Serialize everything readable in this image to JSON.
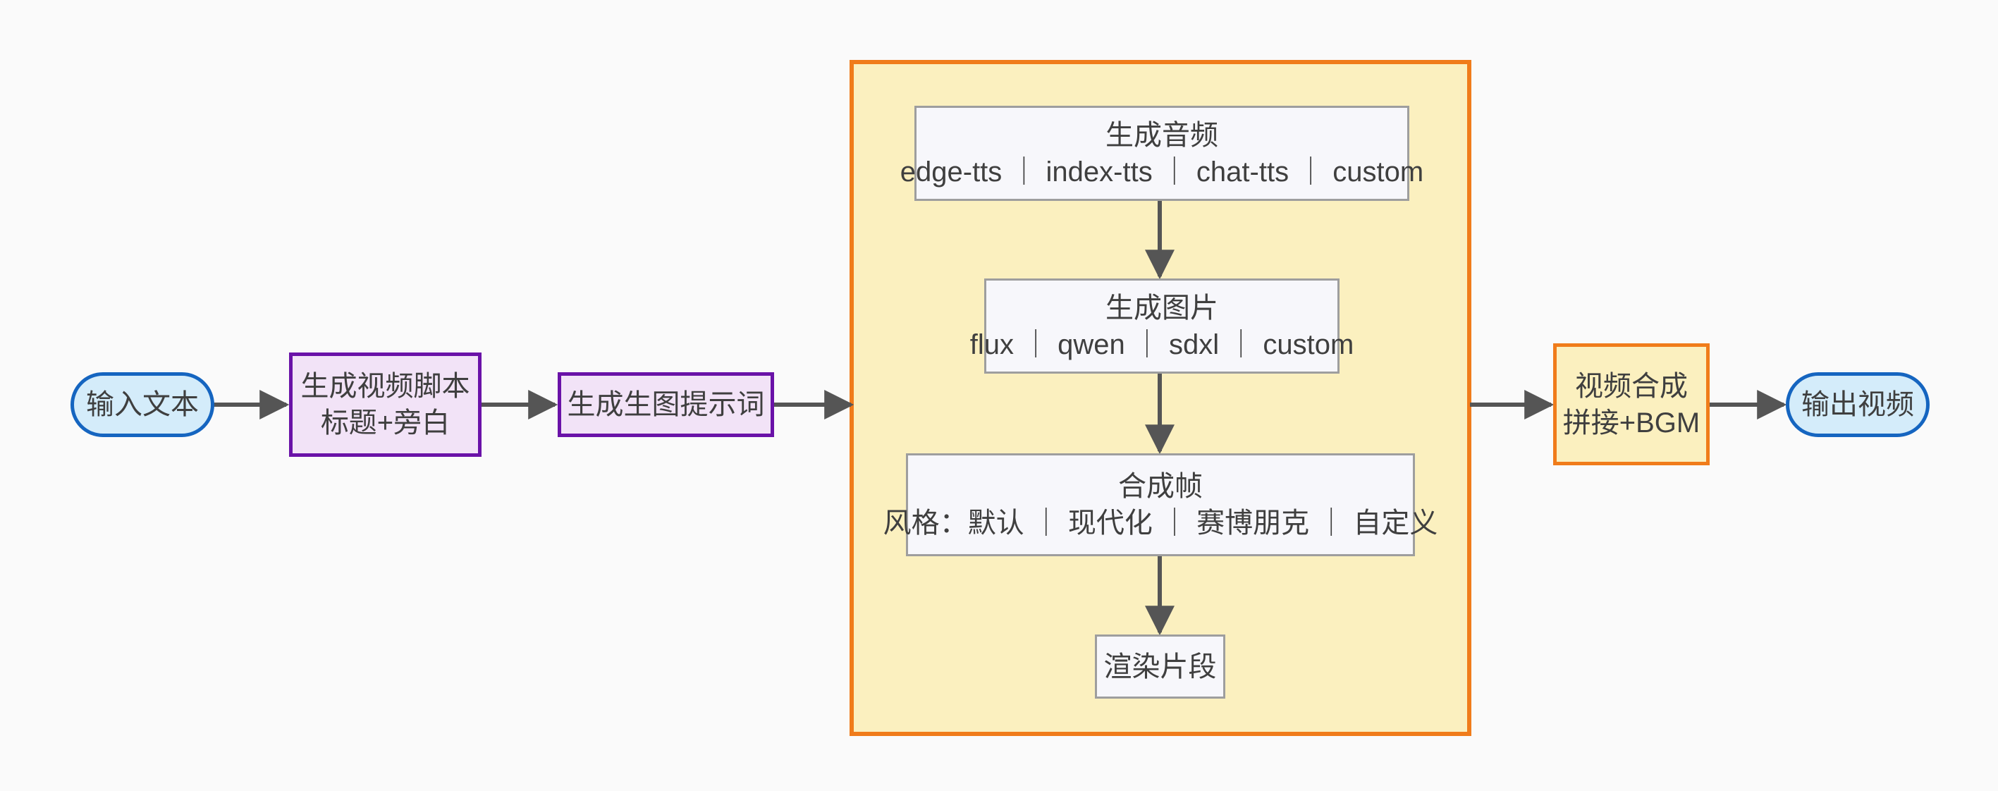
{
  "diagram": {
    "type": "flowchart",
    "direction": "left-to-right",
    "background_color": "#fafafa",
    "nodes": {
      "input_text": {
        "label": "输入文本",
        "shape": "stadium",
        "border_color": "#1565c0",
        "fill_color": "#d4ecfa"
      },
      "script": {
        "line1": "生成视频脚本",
        "line2": "标题+旁白",
        "shape": "rect",
        "border_color": "#6a12a8",
        "fill_color": "#f2e3f7"
      },
      "prompt": {
        "label": "生成生图提示词",
        "shape": "rect",
        "border_color": "#6a12a8",
        "fill_color": "#f2e3f7"
      },
      "audio": {
        "line1": "生成音频",
        "line2": "edge-tts ｜ index-tts ｜ chat-tts ｜ custom",
        "shape": "rect",
        "border_color": "#9e9e9e",
        "fill_color": "#f7f7fb"
      },
      "image": {
        "line1": "生成图片",
        "line2": "flux ｜ qwen ｜ sdxl ｜ custom",
        "shape": "rect",
        "border_color": "#9e9e9e",
        "fill_color": "#f7f7fb"
      },
      "frame": {
        "line1": "合成帧",
        "line2": "风格：默认 ｜ 现代化 ｜ 赛博朋克 ｜ 自定义",
        "shape": "rect",
        "border_color": "#9e9e9e",
        "fill_color": "#f7f7fb"
      },
      "render": {
        "label": "渲染片段",
        "shape": "rect",
        "border_color": "#9e9e9e",
        "fill_color": "#f7f7fb"
      },
      "compose": {
        "line1": "视频合成",
        "line2": "拼接+BGM",
        "shape": "rect",
        "border_color": "#f07c1a",
        "fill_color": "#fbf0bf"
      },
      "output_video": {
        "label": "输出视频",
        "shape": "stadium",
        "border_color": "#1565c0",
        "fill_color": "#d4ecfa"
      }
    },
    "subgraph": {
      "border_color": "#f07c1a",
      "fill_color": "#fbf0bf",
      "title": ""
    },
    "edges": [
      {
        "from": "input_text",
        "to": "script",
        "label": ""
      },
      {
        "from": "script",
        "to": "prompt",
        "label": ""
      },
      {
        "from": "prompt",
        "to": "subgraph",
        "label": ""
      },
      {
        "from": "audio",
        "to": "image",
        "label": ""
      },
      {
        "from": "image",
        "to": "frame",
        "label": ""
      },
      {
        "from": "frame",
        "to": "render",
        "label": ""
      },
      {
        "from": "subgraph",
        "to": "compose",
        "label": ""
      },
      {
        "from": "compose",
        "to": "output_video",
        "label": ""
      }
    ],
    "edge_color": "#555555"
  }
}
